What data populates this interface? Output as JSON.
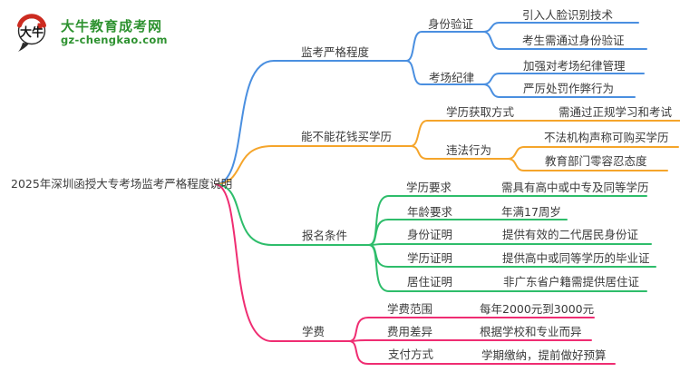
{
  "site": {
    "name": "大牛教育成考网",
    "domain": "gz-chengkao.com",
    "logo_mark_text": "大牛",
    "brand_color": "#2E9230",
    "logo_red": "#CC2B20"
  },
  "mindmap": {
    "root": {
      "label": "2025年深圳函授大专考场监考严格程度说明"
    },
    "branches": [
      {
        "label": "监考严格程度",
        "color": "#4A8FE0",
        "children": [
          {
            "label": "身份验证",
            "leaves": [
              "引入人脸识别技术",
              "考生需通过身份验证"
            ]
          },
          {
            "label": "考场纪律",
            "leaves": [
              "加强对考场纪律管理",
              "严厉处罚作弊行为"
            ]
          }
        ]
      },
      {
        "label": "能不能花钱买学历",
        "color": "#F5A52B",
        "children": [
          {
            "label": "学历获取方式",
            "leaves": [
              "需通过正规学习和考试"
            ]
          },
          {
            "label": "违法行为",
            "leaves": [
              "不法机构声称可购买学历",
              "教育部门零容忍态度"
            ]
          }
        ]
      },
      {
        "label": "报名条件",
        "color": "#2EBD6B",
        "children": [
          {
            "label": "学历要求",
            "leaves": [
              "需具有高中或中专及同等学历"
            ]
          },
          {
            "label": "年龄要求",
            "leaves": [
              "年满17周岁"
            ]
          },
          {
            "label": "身份证明",
            "leaves": [
              "提供有效的二代居民身份证"
            ]
          },
          {
            "label": "学历证明",
            "leaves": [
              "提供高中或同等学历的毕业证"
            ]
          },
          {
            "label": "居住证明",
            "leaves": [
              "非广东省户籍需提供居住证"
            ]
          }
        ]
      },
      {
        "label": "学费",
        "color": "#EF2D72",
        "children": [
          {
            "label": "学费范围",
            "leaves": [
              "每年2000元到3000元"
            ]
          },
          {
            "label": "费用差异",
            "leaves": [
              "根据学校和专业而异"
            ]
          },
          {
            "label": "支付方式",
            "leaves": [
              "学期缴纳，提前做好预算"
            ]
          }
        ]
      }
    ]
  }
}
